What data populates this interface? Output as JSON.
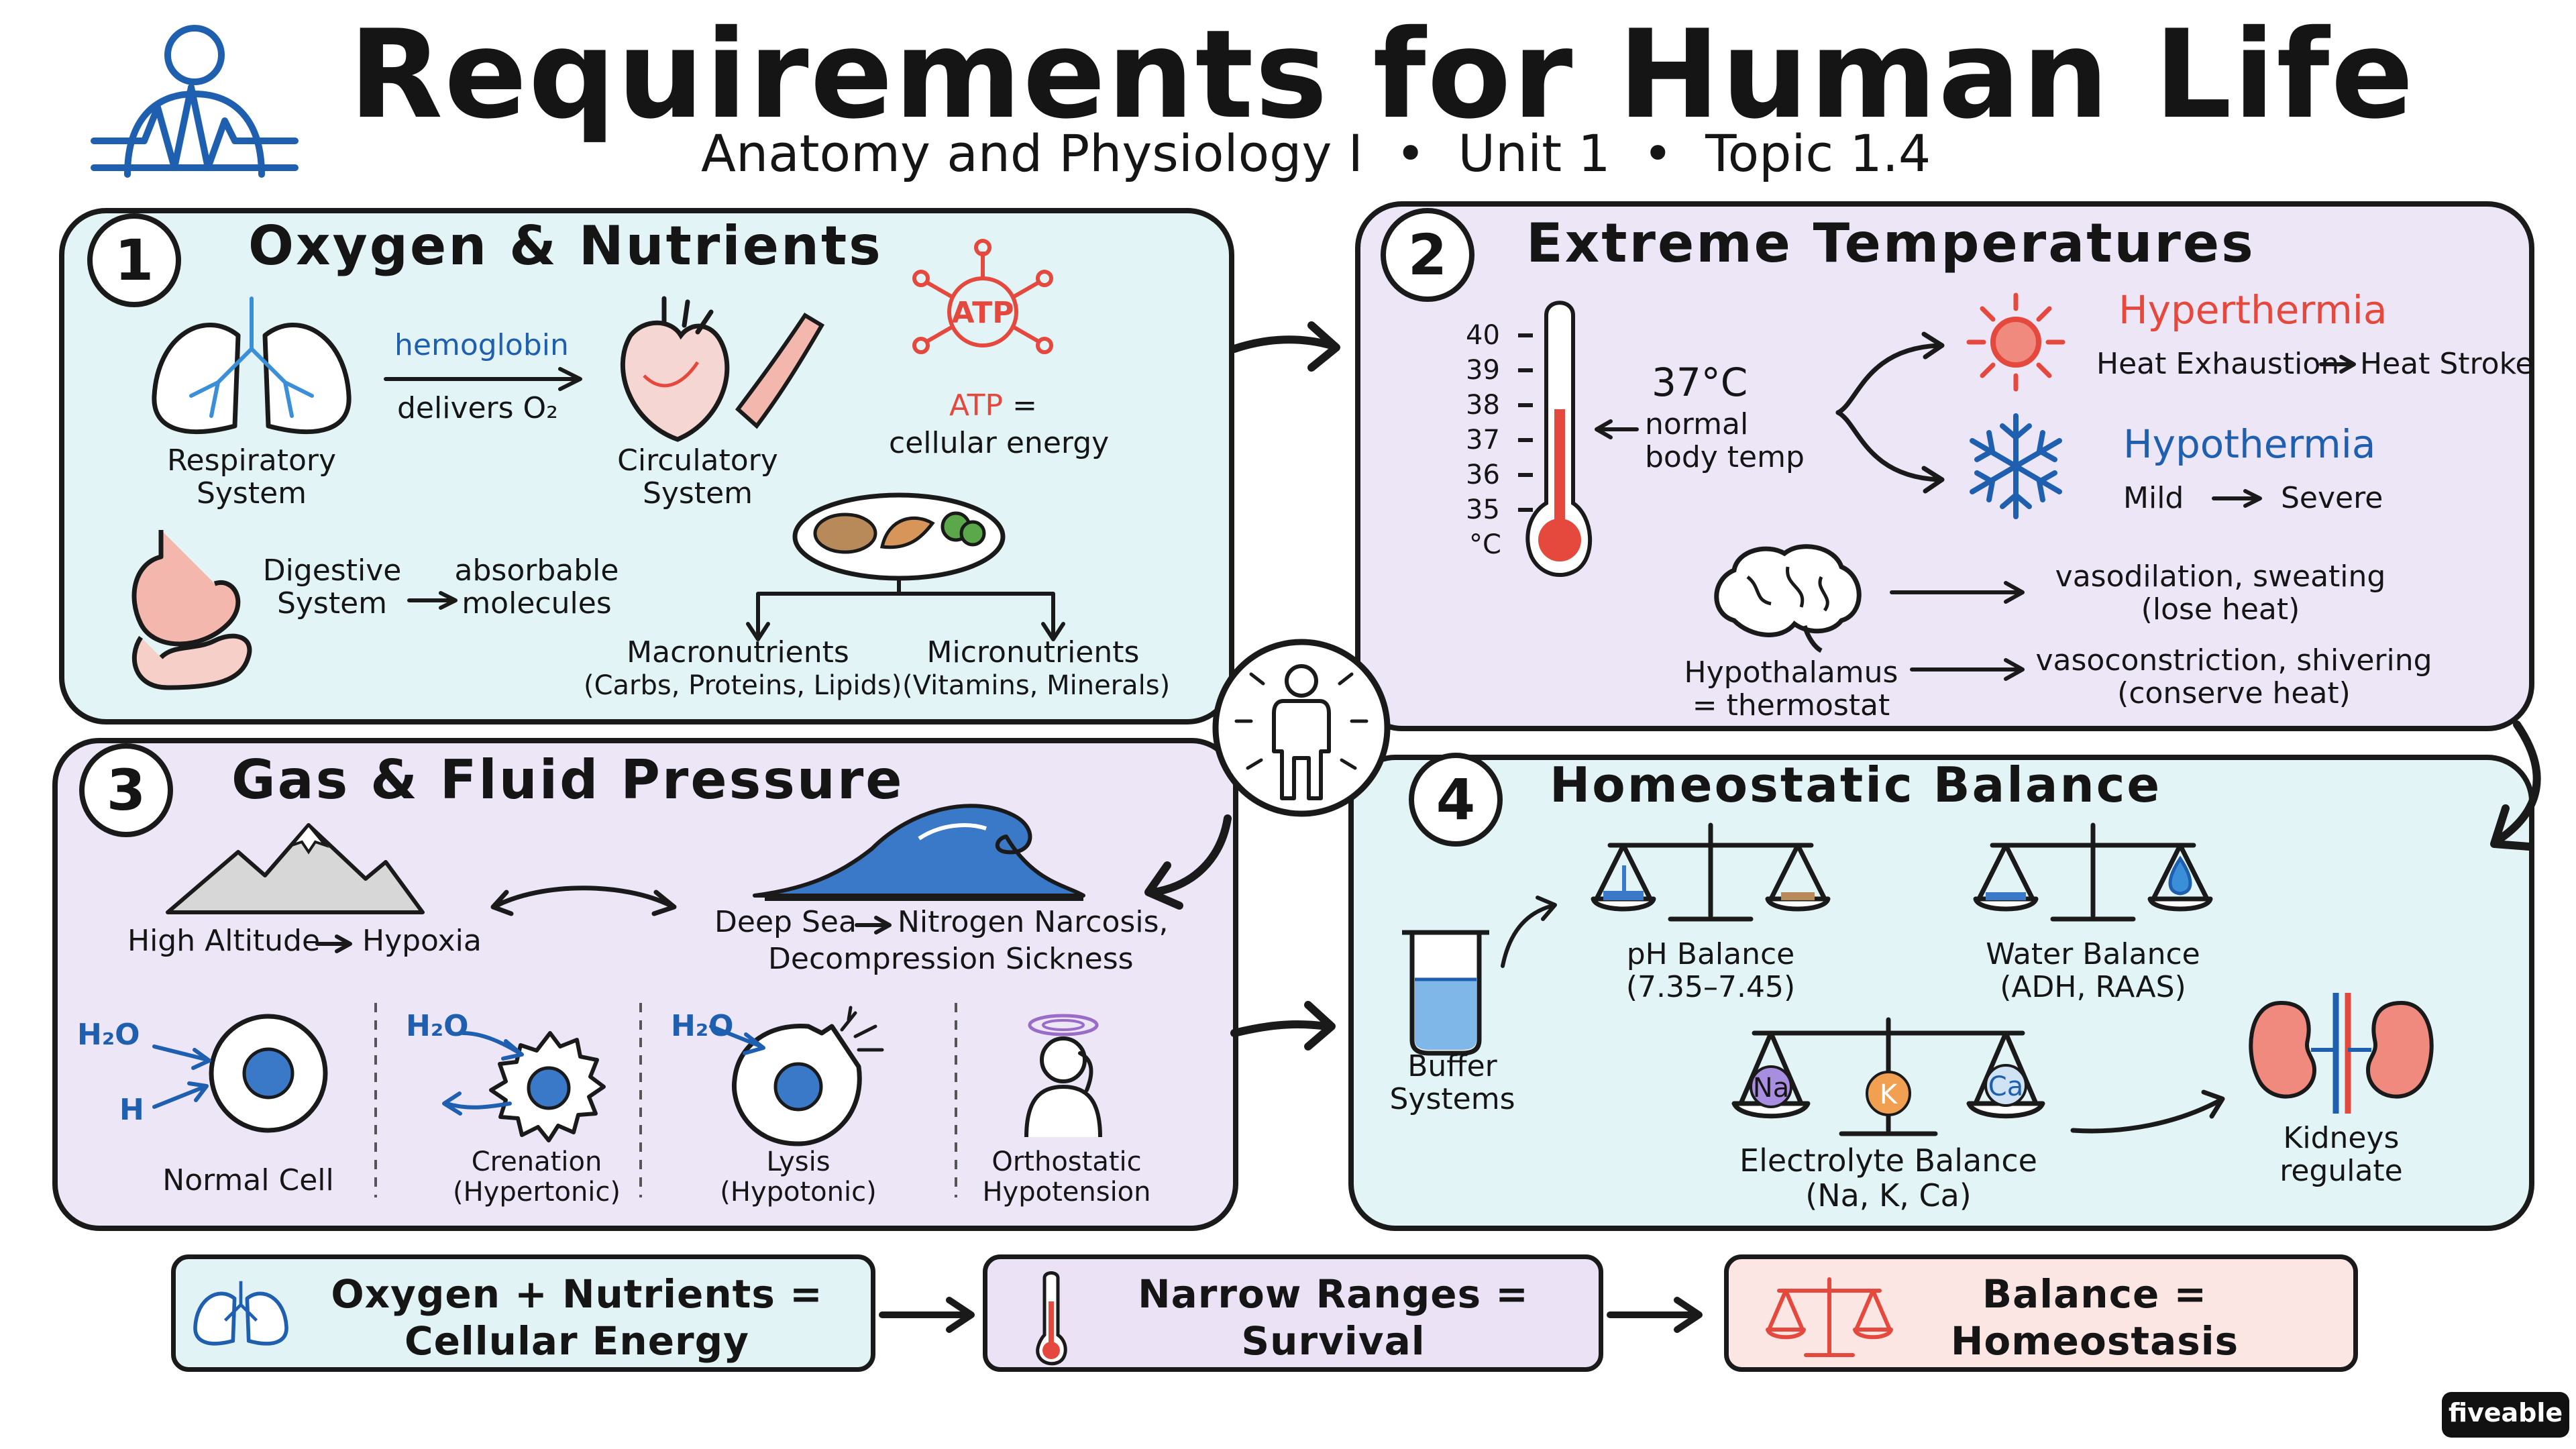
{
  "header": {
    "title": "Requirements for Human Life",
    "subtitle": "Anatomy and Physiology I  •  Unit 1  •  Topic 1.4"
  },
  "panels": {
    "p1": {
      "number": "1",
      "title": "Oxygen & Nutrients",
      "respiratory_label": "Respiratory\nSystem",
      "hemoglobin": "hemoglobin",
      "delivers": "delivers O₂",
      "circulatory_label": "Circulatory\nSystem",
      "atp_badge": "ATP",
      "atp_word": "ATP",
      "atp_eq": " =",
      "atp_energy": "cellular energy",
      "digestive_label": "Digestive\nSystem",
      "absorbable": "absorbable\nmolecules",
      "macro": "Macronutrients",
      "macro_sub": "(Carbs, Proteins, Lipids)",
      "micro": "Micronutrients",
      "micro_sub": "(Vitamins, Minerals)"
    },
    "p2": {
      "number": "2",
      "title": "Extreme Temperatures",
      "ticks": [
        "40",
        "39",
        "38",
        "37",
        "36",
        "35",
        "°C"
      ],
      "normal_temp": "37°C",
      "normal_label": "normal\nbody temp",
      "hyperthermia": "Hyperthermia",
      "heat_exhaustion": "Heat Exhaustion",
      "heat_stroke": "Heat Stroke",
      "hypothermia": "Hypothermia",
      "mild": "Mild",
      "severe": "Severe",
      "vasodilation": "vasodilation, sweating\n(lose heat)",
      "vasoconstriction": "vasoconstriction, shivering\n(conserve heat)",
      "hypothalamus": "Hypothalamus\n= thermostat"
    },
    "p3": {
      "number": "3",
      "title": "Gas & Fluid Pressure",
      "altitude": "High Altitude",
      "hypoxia": "Hypoxia",
      "deep_sea": "Deep Sea",
      "narcosis": "Nitrogen Narcosis,",
      "decompression": "Decompression Sickness",
      "h2o": "H₂O",
      "h": "H",
      "normal_cell": "Normal Cell",
      "crenation": "Crenation\n(Hypertonic)",
      "lysis": "Lysis\n(Hypotonic)",
      "orthostatic": "Orthostatic\nHypotension"
    },
    "p4": {
      "number": "4",
      "title": "Homeostatic Balance",
      "buffer": "Buffer\nSystems",
      "ph": "pH Balance\n(7.35–7.45)",
      "water": "Water Balance\n(ADH, RAAS)",
      "na": "Na",
      "k": "K",
      "ca": "Ca",
      "electrolyte": "Electrolyte Balance\n(Na, K, Ca)",
      "kidneys": "Kidneys\nregulate"
    }
  },
  "summary": [
    {
      "text": "Oxygen + Nutrients =\nCellular Energy",
      "color": "#e1f3f5"
    },
    {
      "text": "Narrow Ranges =\nSurvival",
      "color": "#ebe3f5"
    },
    {
      "text": "Balance =\nHomeostasis",
      "color": "#fbe6e3"
    }
  ],
  "brand": "fiveable",
  "colors": {
    "red": "#e5483c",
    "blue": "#1f5fb0",
    "accent_blue": "#3a8fd8"
  }
}
